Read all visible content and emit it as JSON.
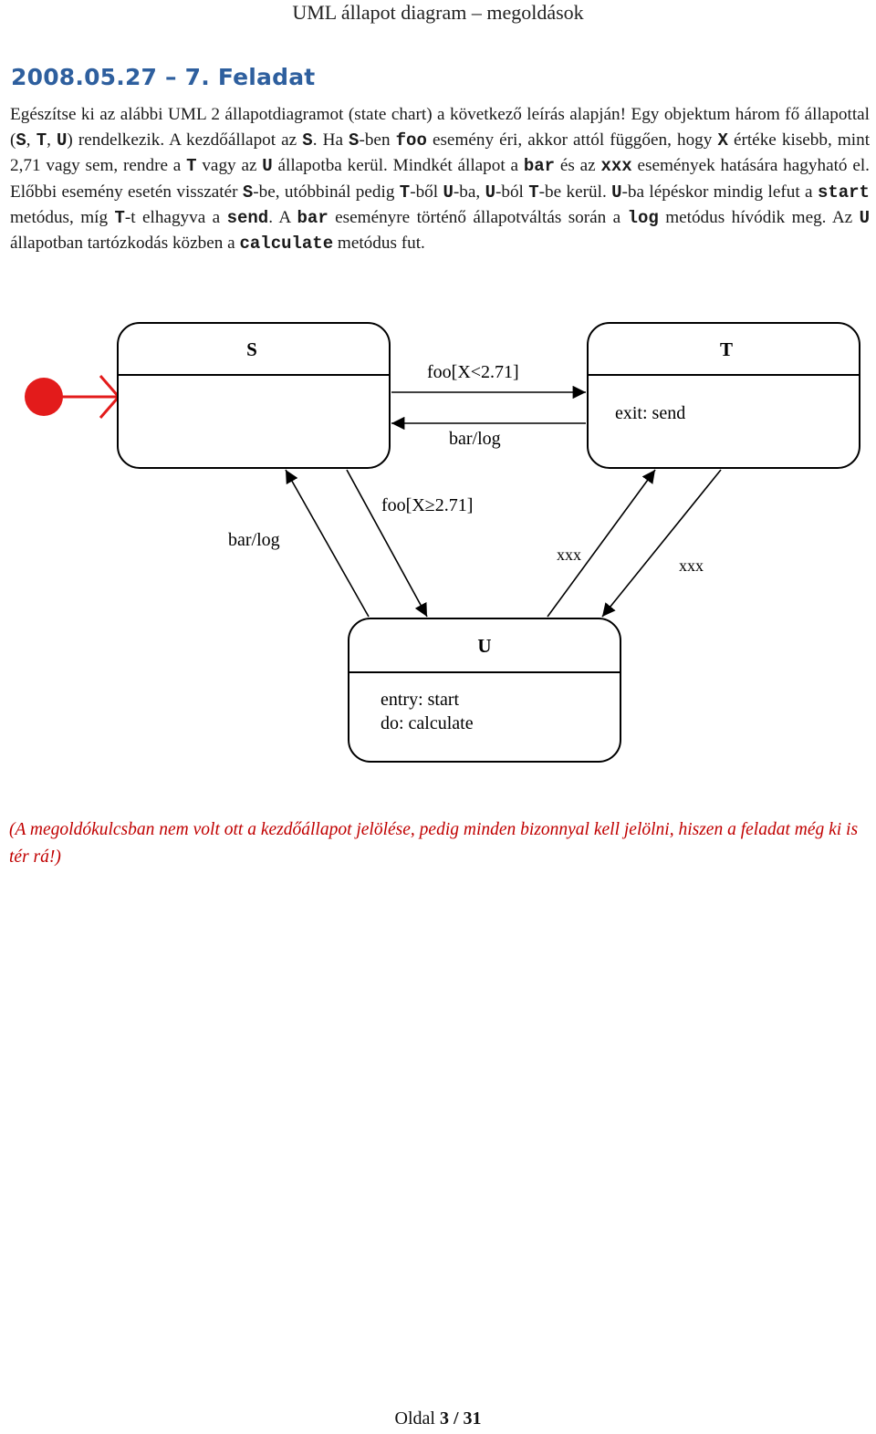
{
  "header": {
    "title": "UML állapot diagram – megoldások"
  },
  "heading": "2008.05.27 – 7. Feladat",
  "task": {
    "t01": "Egészítse ki az alábbi UML 2 állapotdiagramot (state chart) a következő  leírás alapján! Egy objektum három fő  állapottal (",
    "c01": "S",
    "t02": ", ",
    "c02": "T",
    "t03": ", ",
    "c03": "U",
    "t04": ") rendelkezik. A kezdőállapot az ",
    "c04": "S",
    "t05": ". Ha ",
    "c05": "S",
    "t06": "-ben ",
    "c06": "foo",
    "t07": " esemény éri, akkor attól függően, hogy ",
    "c07": "X",
    "t08": "  értéke kisebb, mint 2,71 vagy sem, rendre a ",
    "c08": "T",
    "t09": "  vagy az ",
    "c09": "U",
    "t10": " állapotba kerül. Mindkét állapot a ",
    "c10": "bar",
    "t11": "  és az ",
    "c11": "xxx",
    "t12": "  események hatására hagyható el. Előbbi esemény esetén visszatér ",
    "c12": "S",
    "t13": "-be, utóbbinál pedig ",
    "c13": "T",
    "t14": "-ből ",
    "c14": "U",
    "t15": "-ba, ",
    "c15": "U",
    "t16": "-ból ",
    "c16": "T",
    "t17": "-be kerül. ",
    "c17": "U",
    "t18": "-ba lépéskor mindig lefut a ",
    "c18": "start",
    "t19": "  metódus, míg ",
    "c19": "T",
    "t20": "-t elhagyva a ",
    "c20": "send",
    "t21": ". A ",
    "c21": "bar",
    "t22": "  eseményre történő  állapotváltás során a ",
    "c22": "log",
    "t23": " metódus hívódik meg. Az ",
    "c23": "U",
    "t24": "  állapotban tartózkodás közben a ",
    "c24": "calculate",
    "t25": "  metódus fut."
  },
  "diagram": {
    "state_s": {
      "name": "S"
    },
    "state_t": {
      "name": "T",
      "action": "exit: send"
    },
    "state_u": {
      "name": "U",
      "action_entry": "entry: start",
      "action_do": "do: calculate"
    },
    "transitions": {
      "s_to_t": "foo[X<2.71]",
      "t_to_s": "bar/log",
      "s_to_u": "foo[X≥2.71]",
      "u_to_s": "bar/log",
      "t_to_u": "xxx",
      "u_to_t": "xxx"
    },
    "colors": {
      "initial_marker": "#e31b1b",
      "line": "#000000"
    }
  },
  "note": "(A megoldókulcsban nem volt ott a kezdőállapot jelölése, pedig minden bizonnyal kell jelölni, hiszen a feladat még ki is tér rá!)",
  "footer": {
    "prefix": "Oldal ",
    "page": "3",
    "sep": " / ",
    "total": "31"
  }
}
